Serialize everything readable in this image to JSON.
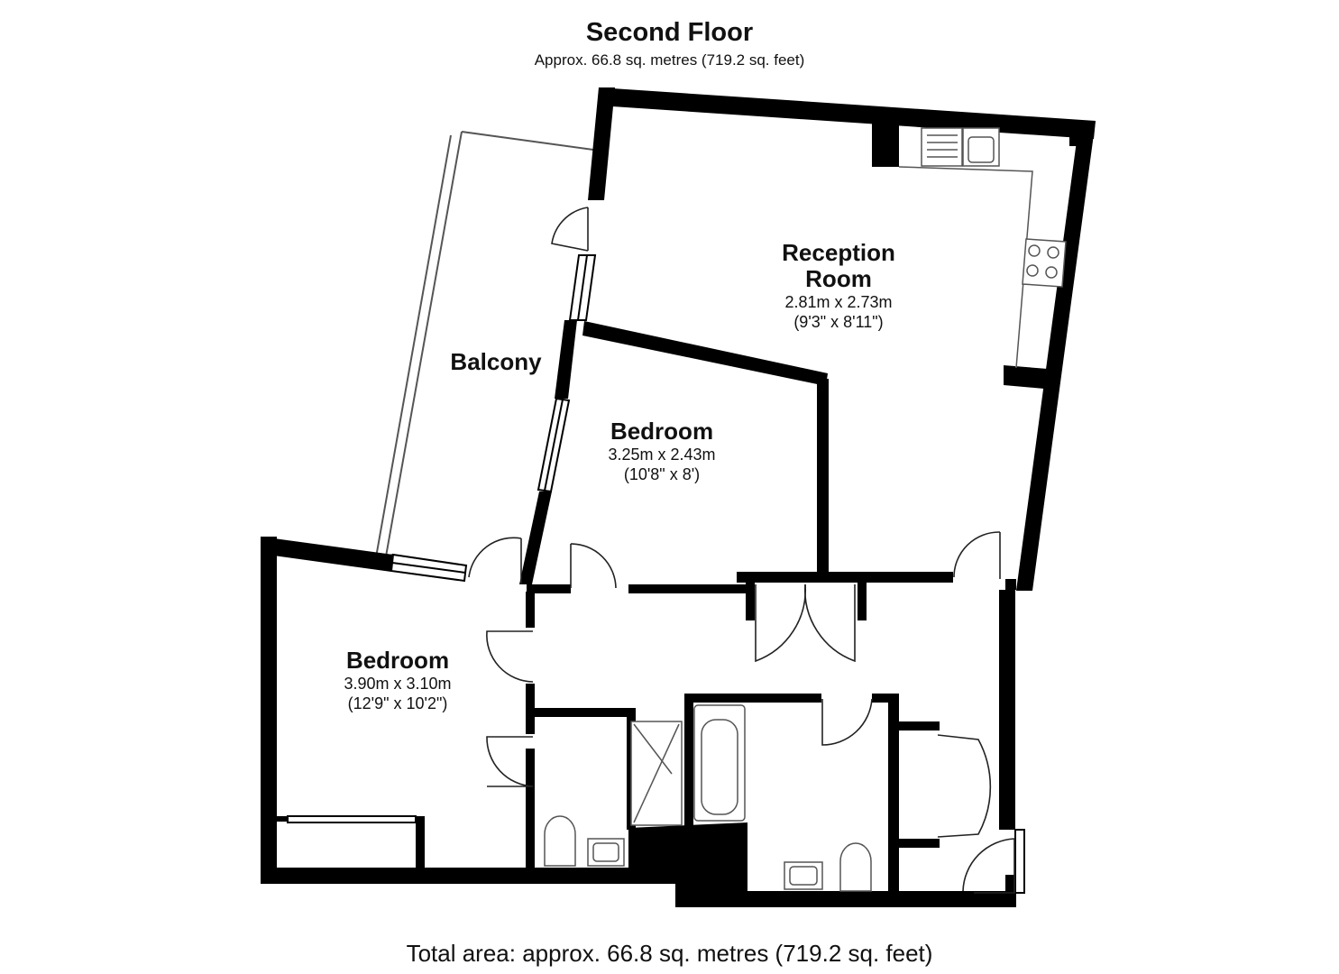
{
  "header": {
    "title": "Second Floor",
    "subtitle": "Approx. 66.8 sq. metres (719.2 sq. feet)"
  },
  "rooms": {
    "reception": {
      "name_line1": "Reception",
      "name_line2": "Room",
      "metric": "2.81m x 2.73m",
      "imperial": "(9'3\" x 8'11\")"
    },
    "balcony": {
      "name": "Balcony"
    },
    "bedroom1": {
      "name": "Bedroom",
      "metric": "3.25m x 2.43m",
      "imperial": "(10'8\" x 8')"
    },
    "bedroom2": {
      "name": "Bedroom",
      "metric": "3.90m x 3.10m",
      "imperial": "(12'9\" x 10'2\")"
    }
  },
  "footer": {
    "total": "Total area: approx. 66.8 sq. metres (719.2 sq. feet)"
  },
  "colors": {
    "wall": "#000000",
    "fixture": "#555555",
    "background": "#ffffff"
  }
}
